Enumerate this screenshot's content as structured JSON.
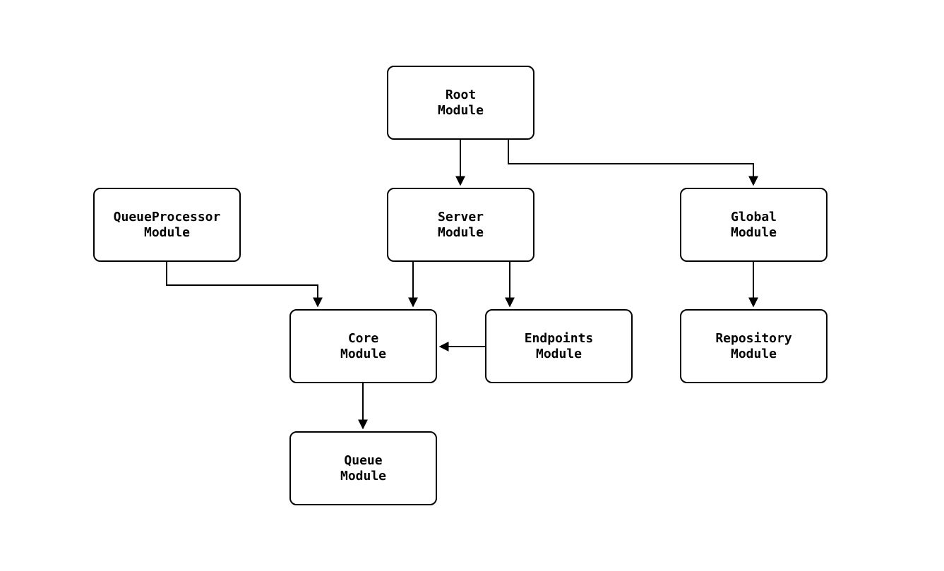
{
  "diagram": {
    "type": "flowchart",
    "background_color": "#ffffff",
    "node_fill_color": "#ffffff",
    "node_border_color": "#000000",
    "edge_color": "#000000",
    "text_color": "#000000",
    "nodes": [
      {
        "id": "root",
        "line1": "Root",
        "line2": "Module"
      },
      {
        "id": "server",
        "line1": "Server",
        "line2": "Module"
      },
      {
        "id": "global",
        "line1": "Global",
        "line2": "Module"
      },
      {
        "id": "queueprocessor",
        "line1": "QueueProcessor",
        "line2": "Module"
      },
      {
        "id": "core",
        "line1": "Core",
        "line2": "Module"
      },
      {
        "id": "endpoints",
        "line1": "Endpoints",
        "line2": "Module"
      },
      {
        "id": "repository",
        "line1": "Repository",
        "line2": "Module"
      },
      {
        "id": "queue",
        "line1": "Queue",
        "line2": "Module"
      }
    ],
    "edges": [
      {
        "from": "Root Module",
        "to": "Server Module"
      },
      {
        "from": "Root Module",
        "to": "Global Module"
      },
      {
        "from": "QueueProcessor Module",
        "to": "Core Module"
      },
      {
        "from": "Server Module",
        "to": "Core Module"
      },
      {
        "from": "Server Module",
        "to": "Endpoints Module"
      },
      {
        "from": "Endpoints Module",
        "to": "Core Module"
      },
      {
        "from": "Global Module",
        "to": "Repository Module"
      },
      {
        "from": "Core Module",
        "to": "Queue Module"
      }
    ]
  }
}
